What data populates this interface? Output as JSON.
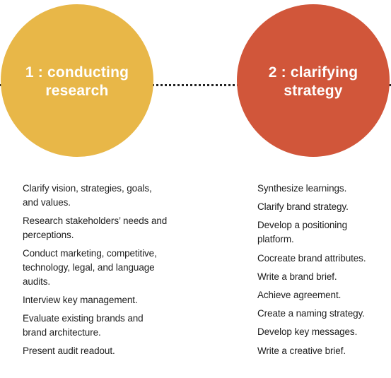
{
  "colors": {
    "circle_1": "#E8B748",
    "circle_2": "#D1563A",
    "text": "#1e1e1e",
    "dotted_line": "#222222"
  },
  "phase_1": {
    "title_line_1": "1 : conducting",
    "title_line_2": "research",
    "items": [
      "Clarify vision, strategies, goals, and values.",
      "Research stakeholders’ needs and perceptions.",
      "Conduct marketing, competitive, technology, legal, and language audits.",
      "Interview key management.",
      "Evaluate existing brands and brand architecture.",
      "Present audit readout."
    ]
  },
  "phase_2": {
    "title_line_1": "2 : clarifying",
    "title_line_2": "strategy",
    "items": [
      "Synthesize learnings.",
      "Clarify brand strategy.",
      "Develop a positioning platform.",
      "Cocreate brand attributes.",
      "Write a brand brief.",
      "Achieve agreement.",
      "Create a naming strategy.",
      "Develop key messages.",
      "Write a creative brief."
    ]
  }
}
